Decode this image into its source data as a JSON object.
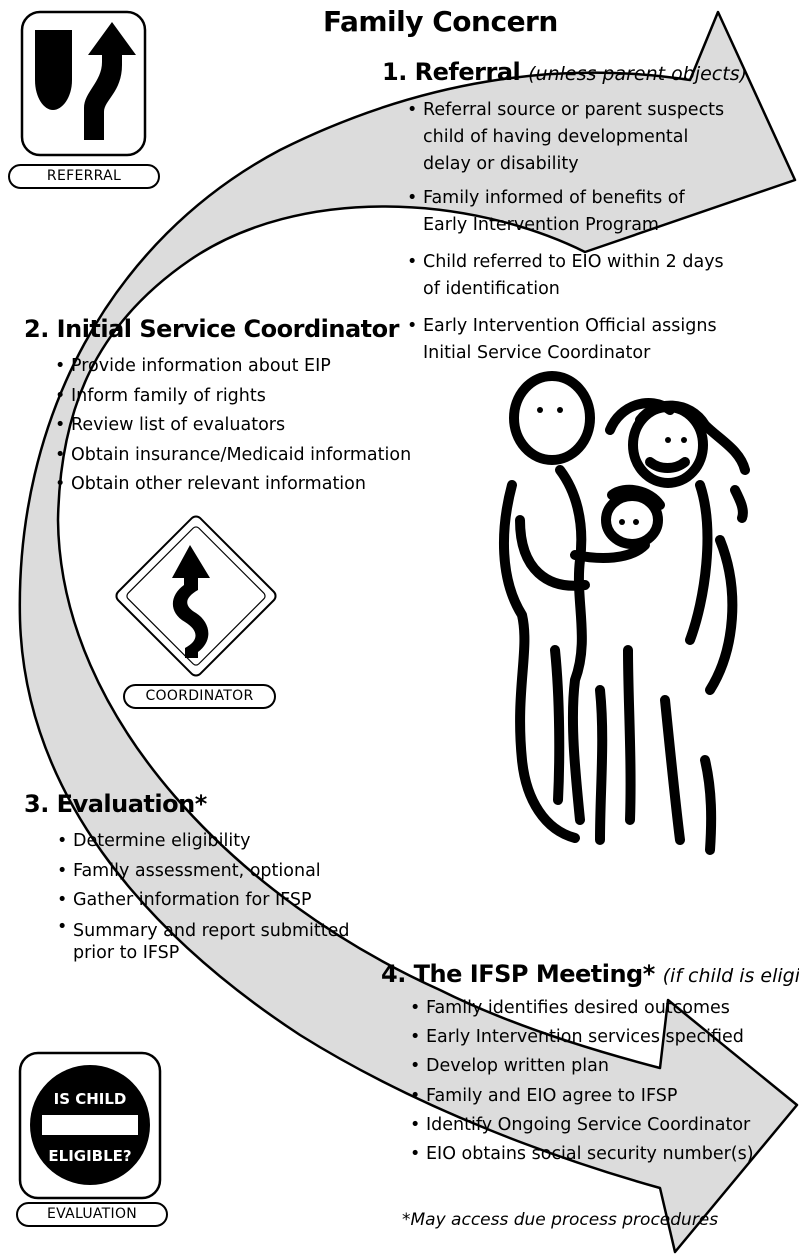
{
  "title": "Family Concern",
  "steps": {
    "referral": {
      "heading": "1. Referral",
      "note": "(unless parent objects)",
      "bullets": [
        "Referral source or parent suspects",
        "child of having developmental",
        "delay or disability",
        "Family informed of benefits of",
        "Early Intervention Program",
        "Child referred to EIO within 2 days",
        "of identification",
        "Early Intervention Official assigns",
        "Initial Service Coordinator"
      ]
    },
    "coordinator": {
      "heading": "2. Initial Service Coordinator",
      "bullets": [
        "Provide information about EIP",
        "Inform family of rights",
        "Review list of evaluators",
        "Obtain insurance/Medicaid information",
        "Obtain other relevant information"
      ]
    },
    "evaluation": {
      "heading": "3. Evaluation*",
      "bullets": [
        "Determine eligibility",
        "Family assessment, optional",
        "Gather information for IFSP",
        "Summary and report submitted",
        "prior to IFSP"
      ]
    },
    "ifsp": {
      "heading": "4. The IFSP Meeting*",
      "note": "(if child is eligible)",
      "bullets": [
        "Family identifies desired outcomes",
        "Early Intervention services specified",
        "Develop written plan",
        "Family and EIO agree to IFSP",
        "Identify Ongoing Service Coordinator",
        "EIO obtains social security number(s)"
      ]
    }
  },
  "signs": {
    "referral_label": "REFERRAL",
    "coordinator_label": "COORDINATOR",
    "evaluation_label": "EVALUATION",
    "stop_line1": "IS CHILD",
    "stop_line2": "ELIGIBLE?"
  },
  "footnote": "*May access due process procedures",
  "colors": {
    "arrow_fill": "#dcdcdc",
    "ink": "#000000",
    "background": "#ffffff"
  }
}
